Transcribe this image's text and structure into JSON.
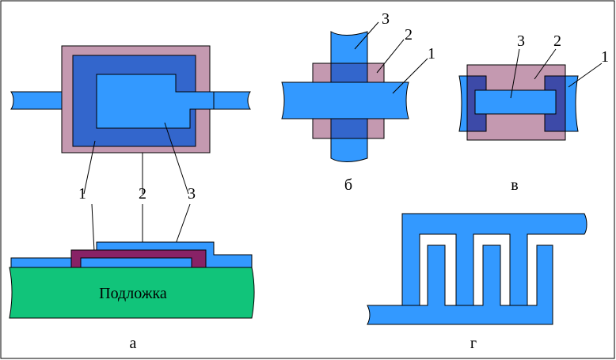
{
  "panels": {
    "a": {
      "caption": "а",
      "labels": [
        "1",
        "2",
        "3"
      ],
      "bottom_labels": [
        "1",
        "2",
        "3"
      ],
      "substrate_text": "Подложка"
    },
    "b": {
      "caption": "б",
      "labels": [
        "3",
        "2",
        "1"
      ]
    },
    "v": {
      "caption": "в",
      "labels": [
        "3",
        "2",
        "1"
      ]
    },
    "g": {
      "caption": "г"
    }
  },
  "colors": {
    "conductor": "#3399ff",
    "dielectric": "#c499b0",
    "overlap": "#3366cc",
    "substrate": "#11c47a"
  }
}
